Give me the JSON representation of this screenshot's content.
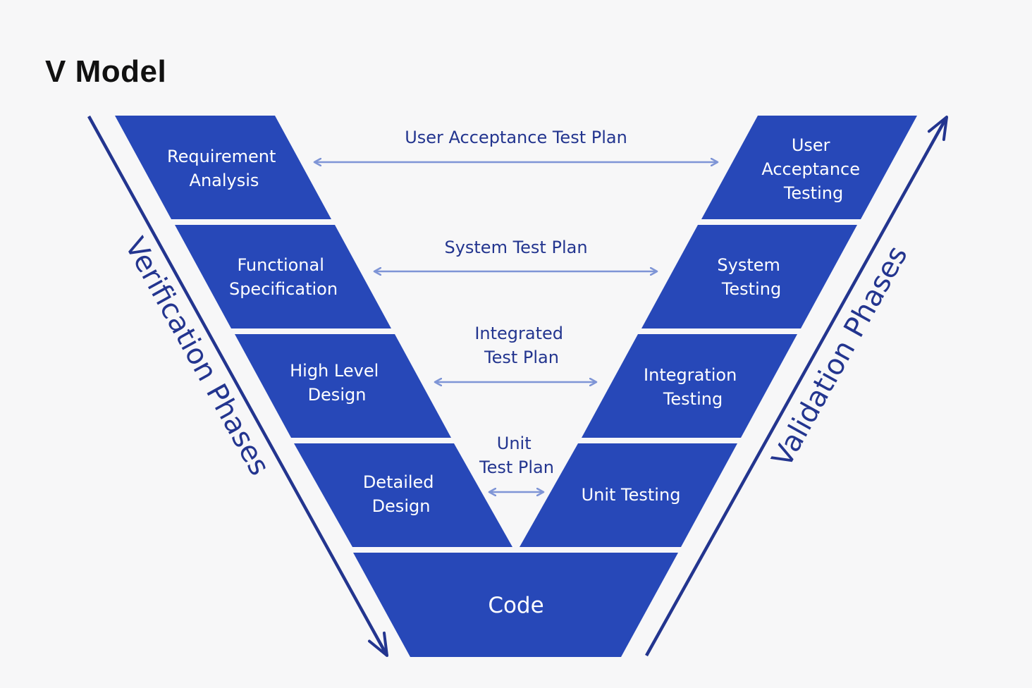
{
  "title": "V Model",
  "colors": {
    "box_fill": "#2748b8",
    "connector": "#7f95d6",
    "axis_arrow": "#23358f",
    "text_dark": "#111111",
    "background": "#f7f7f8"
  },
  "verification_phases": {
    "label": "Verification Phases",
    "items": [
      {
        "lines": [
          "Requirement",
          "Analysis"
        ]
      },
      {
        "lines": [
          "Functional",
          "Specification"
        ]
      },
      {
        "lines": [
          "High Level",
          "Design"
        ]
      },
      {
        "lines": [
          "Detailed",
          "Design"
        ]
      }
    ]
  },
  "validation_phases": {
    "label": "Validation Phases",
    "items": [
      {
        "lines": [
          "User",
          "Acceptance",
          "Testing"
        ]
      },
      {
        "lines": [
          "System",
          "Testing"
        ]
      },
      {
        "lines": [
          "Integration",
          "Testing"
        ]
      },
      {
        "lines": [
          "Unit Testing"
        ]
      }
    ]
  },
  "code": {
    "label": "Code"
  },
  "test_plans": [
    {
      "lines": [
        "User Acceptance Test Plan"
      ]
    },
    {
      "lines": [
        "System Test Plan"
      ]
    },
    {
      "lines": [
        "Integrated",
        "Test Plan"
      ]
    },
    {
      "lines": [
        "Unit",
        "Test Plan"
      ]
    }
  ]
}
